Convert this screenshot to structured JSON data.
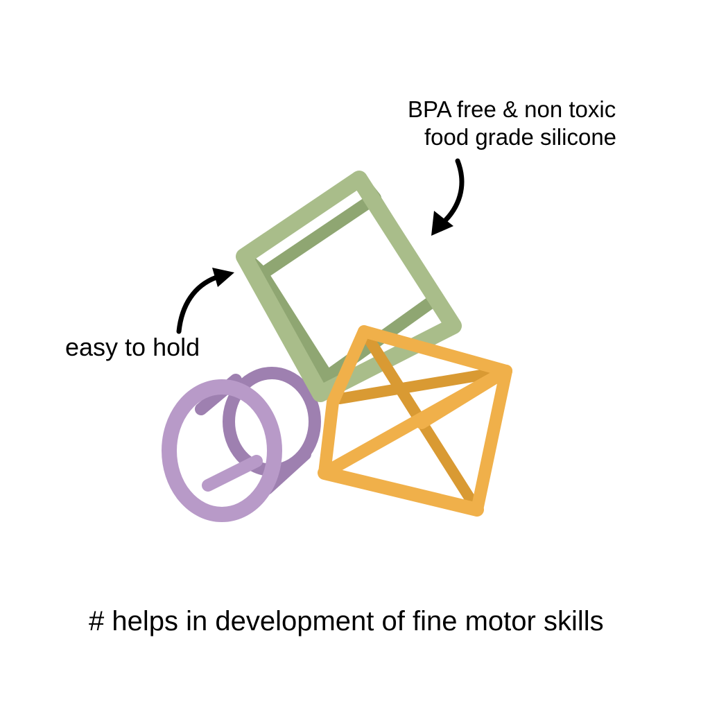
{
  "annotations": {
    "bpa_line1": "BPA free & non toxic",
    "bpa_line2": "food grade silicone",
    "easy_to_hold": "easy to hold",
    "motor_skills": "# helps in development of fine motor skills"
  },
  "colors": {
    "background": "#ffffff",
    "cube_green": "#a9bd8a",
    "cube_green_dark": "#8fa672",
    "octahedron_orange": "#f0b04a",
    "octahedron_orange_dark": "#d99a33",
    "cylinder_purple": "#b89ac8",
    "cylinder_purple_dark": "#9e80b0",
    "text": "#000000"
  }
}
